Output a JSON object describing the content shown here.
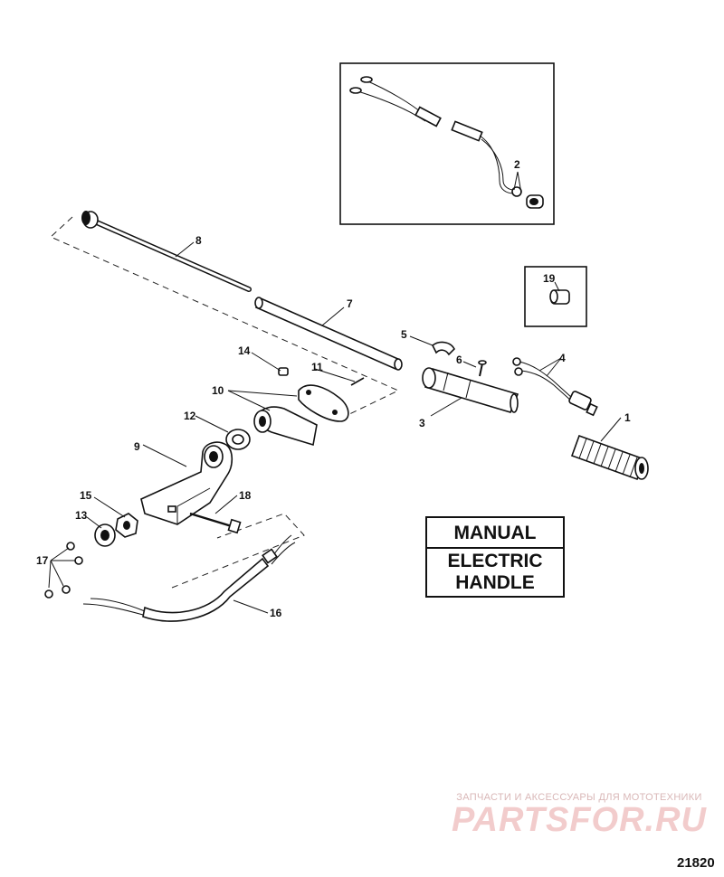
{
  "callouts": {
    "c1": "1",
    "c2": "2",
    "c3": "3",
    "c4": "4",
    "c5": "5",
    "c6": "6",
    "c7": "7",
    "c8": "8",
    "c9": "9",
    "c10": "10",
    "c11": "11",
    "c12": "12",
    "c13": "13",
    "c14": "14",
    "c15": "15",
    "c16": "16",
    "c17": "17",
    "c18": "18",
    "c19": "19"
  },
  "label": {
    "line1": "MANUAL",
    "line2": "ELECTRIC",
    "line3": "HANDLE"
  },
  "watermark": {
    "tagline": "ЗАПЧАСТИ И АКСЕССУАРЫ ДЛЯ МОТОТЕХНИКИ",
    "logo": "PARTSFOR.RU"
  },
  "drawing_number": "21820"
}
